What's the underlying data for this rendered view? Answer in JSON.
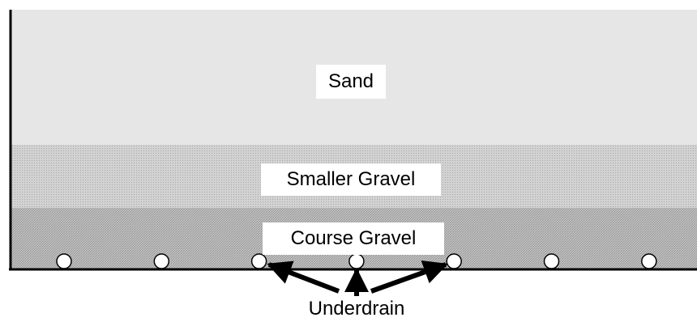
{
  "layers": [
    {
      "label": "Sand",
      "color": "#e6e6e6"
    },
    {
      "label": "Smaller Gravel",
      "color": "#c8c8c8"
    },
    {
      "label": "Course Gravel",
      "color": "#b4b4b4"
    }
  ],
  "underdrain": {
    "label": "Underdrain",
    "pipe_count": 7,
    "labeled_pipe_indices": [
      2,
      3,
      4
    ]
  }
}
